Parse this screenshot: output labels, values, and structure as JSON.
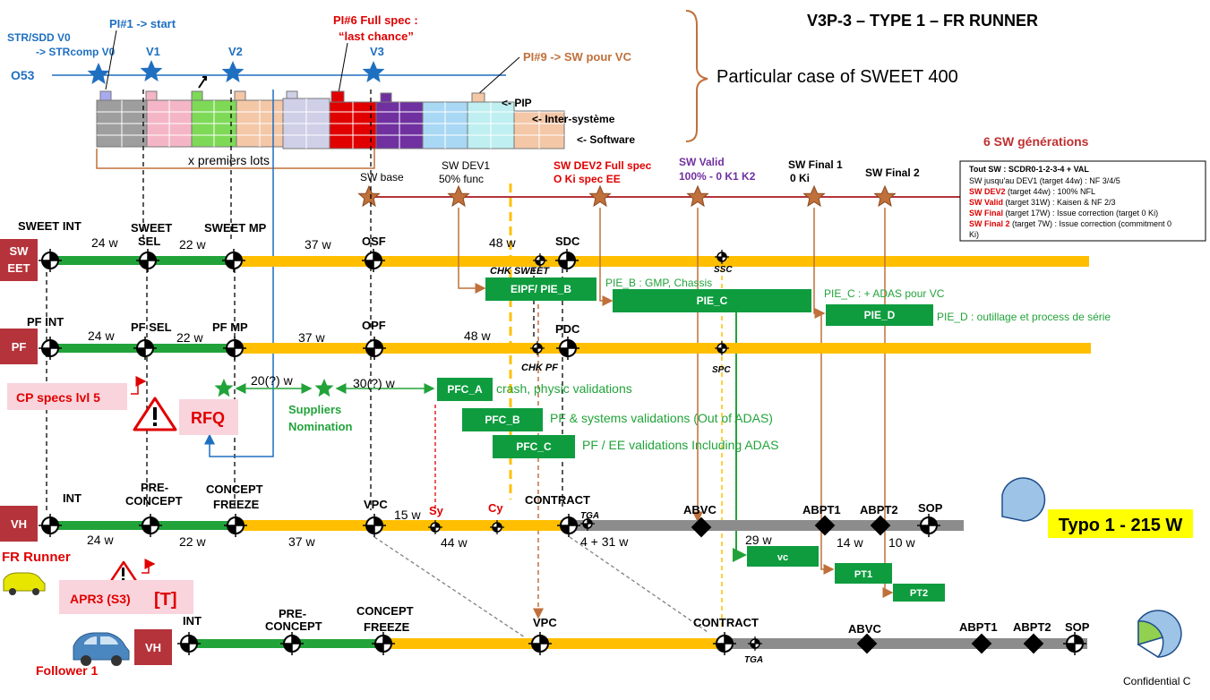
{
  "title": "V3P-3 – TYPE 1 – FR RUNNER",
  "subtitle": "Particular case of SWEET 400",
  "top": {
    "str_sdd": "STR/SDD V0",
    "str_comp": "-> STRcomp V0",
    "o53": "O53",
    "pi1": "PI#1 -> start",
    "pi6_line1": "PI#6  Full spec :",
    "pi6_line2": "“last chance”",
    "pi9": "PI#9 -> SW pour VC",
    "v1": "V1",
    "v2": "V2",
    "v3": "V3",
    "pip": "<- PIP",
    "inter": "<- Inter-système",
    "software": "<- Software",
    "lots": "x premiers lots"
  },
  "sw_gen": {
    "title": "6 SW générations",
    "base": "SW base",
    "dev1_line1": "SW  DEV1",
    "dev1_line2": "50% func",
    "dev2_line1": "SW DEV2 Full spec",
    "dev2_line2": "O Ki spec EE",
    "valid_line1": "SW Valid",
    "valid_line2": "100% - 0 K1 K2",
    "final1_line1": "SW Final 1",
    "final1_line2": "0 Ki",
    "final2": "SW Final 2"
  },
  "legend_box": {
    "title": "Tout SW : SCDR0-1-2-3-4 + VAL",
    "l1": "SW jusqu'au DEV1 (target 44w) : NF 3/4/5",
    "l2a": "SW DEV2",
    "l2b": " (target 44w) : 100% NFL",
    "l3a": "SW Valid",
    "l3b": " (target 31W) : Kaisen & NF 2/3",
    "l4a": "SW Final",
    "l4b": " (target 17W) : Issue correction (target 0 Ki)",
    "l5a": "SW Final 2",
    "l5b": " (target 7W) : Issue correction (commitment 0",
    "l6": "Ki)"
  },
  "sweet_row": {
    "label1": "SW",
    "label2": "EET",
    "int": "SWEET INT",
    "sel1": "SWEET",
    "sel2": "SEL",
    "mp": "SWEET MP",
    "osf": "OSF",
    "sdc": "SDC",
    "ssc": "SSC",
    "chk": "CHK SWEET",
    "w24": "24 w",
    "w22": "22 w",
    "w37": "37 w",
    "w48": "48 w"
  },
  "pie": {
    "eipf": "EIPF/ PIE_B",
    "pie_b_note": "PIE_B : GMP, Chassis",
    "pie_c": "PIE_C",
    "pie_c_note": "PIE_C : + ADAS pour VC",
    "pie_d": "PIE_D",
    "pie_d_note": "PIE_D : outillage et process de série"
  },
  "pf_row": {
    "label": "PF",
    "int": "PF INT",
    "sel": "PF SEL",
    "mp": "PF MP",
    "opf": "OPF",
    "pdc": "PDC",
    "spc": "SPC",
    "chk": "CHK PF",
    "w24": "24 w",
    "w22": "22 w",
    "w37": "37 w",
    "w48": "48 w"
  },
  "supplier": {
    "w20": "20(?) w",
    "w30": "30(?) w",
    "nom1": "Suppliers",
    "nom2": "Nomination",
    "rfq": "RFQ",
    "cp_specs": "CP specs lvl 5"
  },
  "pfc": {
    "a": "PFC_A",
    "a_note": "crash, physic validations",
    "b": "PFC_B",
    "b_note": "PF & systems validations (Out of ADAS)",
    "c": "PFC_C",
    "c_note": "PF / EE validations Including ADAS"
  },
  "vh_row": {
    "label": "VH",
    "int": "INT",
    "pre1": "PRE-",
    "pre2": "CONCEPT",
    "cf1": "CONCEPT",
    "cf2": "FREEZE",
    "vpc": "VPC",
    "sy": "Sy",
    "cy": "Cy",
    "contract": "CONTRACT",
    "tga": "TGA",
    "abvc": "ABVC",
    "abpt1": "ABPT1",
    "abpt2": "ABPT2",
    "sop": "SOP",
    "w24": "24 w",
    "w22": "22 w",
    "w37": "37 w",
    "w15": "15 w",
    "w44": "44 w",
    "w4_31": "4   +   31 w",
    "w29": "29 w",
    "w14": "14 w",
    "w10": "10 w",
    "vc": "vc",
    "pt1": "PT1",
    "pt2": "PT2",
    "typo": "Typo 1 - 215 W",
    "fr_runner": "FR Runner",
    "apr3": "APR3 (S3)",
    "t_badge": "[T]"
  },
  "follower_row": {
    "label": "VH",
    "name": "Follower 1",
    "int": "INT",
    "pre1": "PRE-",
    "pre2": "CONCEPT",
    "cf1": "CONCEPT",
    "cf2": "FREEZE",
    "vpc": "VPC",
    "contract": "CONTRACT",
    "tga": "TGA",
    "abvc": "ABVC",
    "abpt1": "ABPT1",
    "abpt2": "ABPT2",
    "sop": "SOP"
  },
  "footer": "Confidential C",
  "colors": {
    "green": "#22a33a",
    "orange": "#ffbf00",
    "gray": "#8c8c8c",
    "darkred": "#b5333a",
    "blue": "#1f6fc0",
    "brown": "#c0703a",
    "purple": "#7030a0",
    "red": "#e00000",
    "boxgreen": "#0e9c3f"
  }
}
